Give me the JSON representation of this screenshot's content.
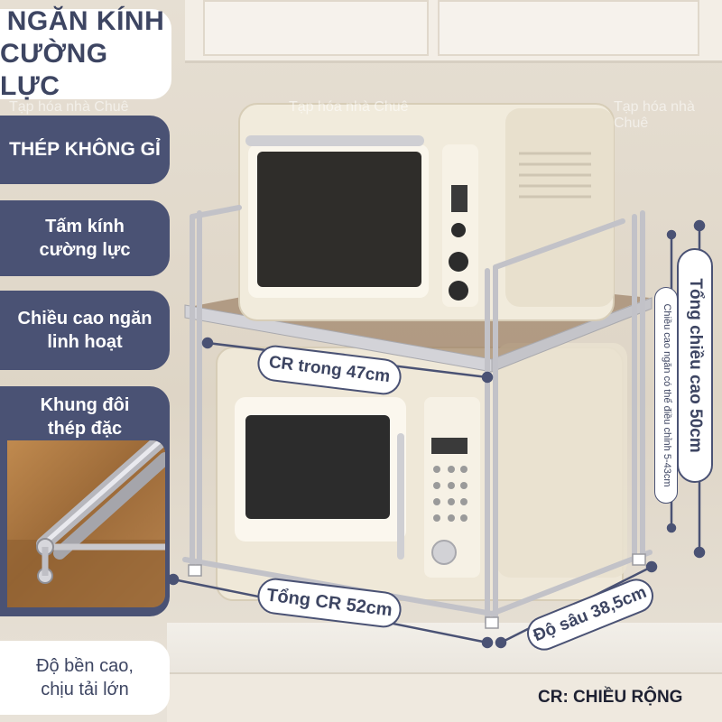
{
  "panel": {
    "title_line1": "NGĂN KÍNH",
    "title_line2": "CƯỜNG LỰC",
    "tags": [
      {
        "lines": [
          "THÉP KHÔNG GỈ"
        ]
      },
      {
        "lines": [
          "Tấm kính",
          "cường lực"
        ]
      },
      {
        "lines": [
          "Chiều cao ngăn",
          "linh hoạt"
        ]
      },
      {
        "lines": [
          "Khung đôi",
          "thép đặc"
        ]
      },
      {
        "lines": [
          "Độ bền cao,",
          "chịu tải lớn"
        ]
      }
    ]
  },
  "dimensions": {
    "inner_width": "CR trong 47cm",
    "total_width": "Tổng CR 52cm",
    "depth": "Độ sâu 38,5cm",
    "total_height": "Tổng chiều cao 50cm",
    "adjustable_height": "Chiều cao ngăn có thể điều chỉnh 5-43cm"
  },
  "legend_note": "CR: CHIỀU RỘNG",
  "watermark": "Tạp hóa nhà Chuê",
  "colors": {
    "navy": "#4a5274",
    "title_text": "#3d4562",
    "steel": "#c9c9cf",
    "appliance": "#f1ebdc"
  }
}
